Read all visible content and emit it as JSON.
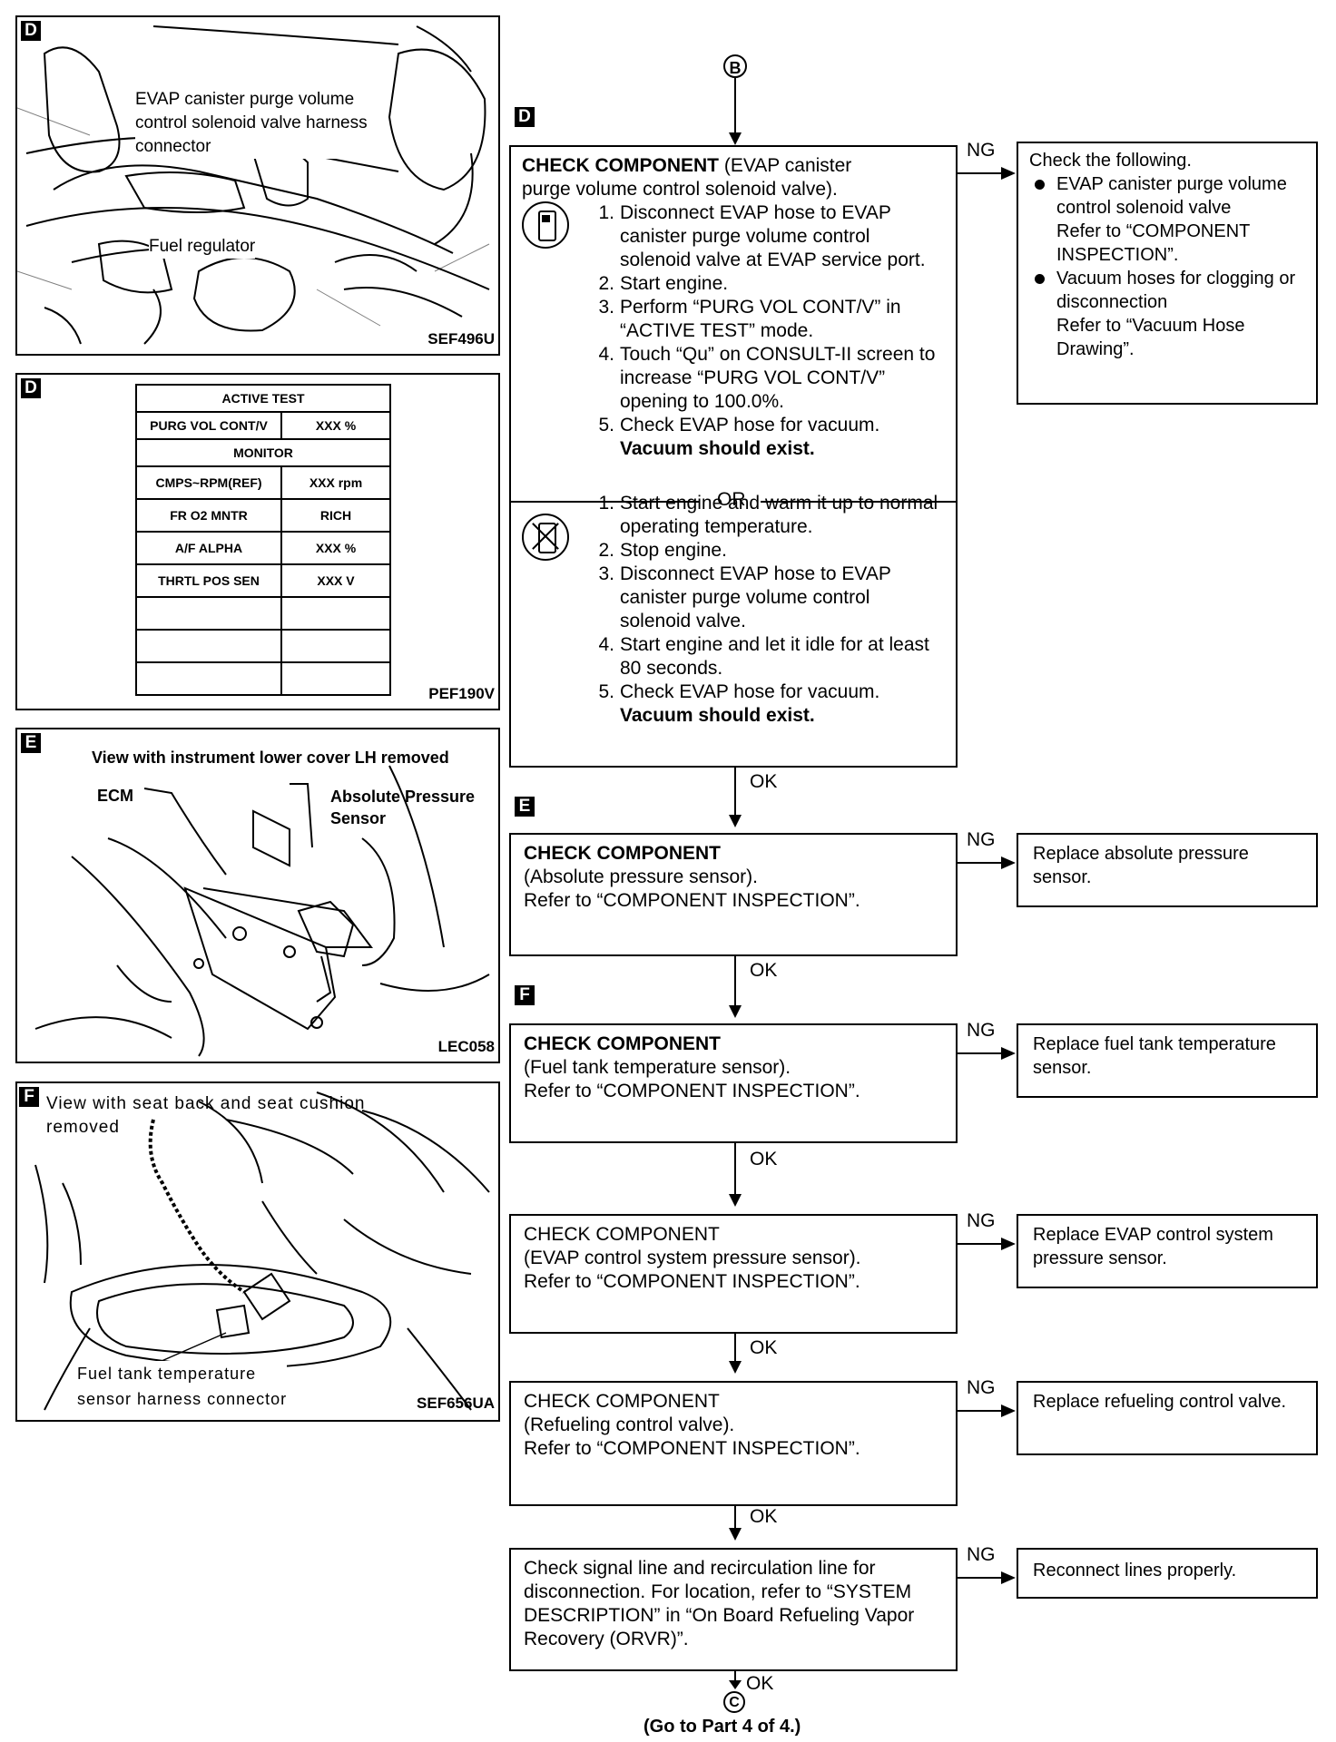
{
  "panel_d1": {
    "letter": "D",
    "code": "SEF496U",
    "label_evap": [
      "EVAP canister purge volume",
      "control solenoid valve harness",
      "connector"
    ],
    "label_fuel": "Fuel regulator"
  },
  "panel_d2": {
    "letter": "D",
    "code": "PEF190V",
    "header": "ACTIVE TEST",
    "active_item": "PURG VOL CONT/V",
    "active_value": "XXX %",
    "monitor": "MONITOR",
    "rows": [
      [
        "CMPS~RPM(REF)",
        "XXX rpm"
      ],
      [
        "FR O2 MNTR",
        "RICH"
      ],
      [
        "A/F ALPHA",
        "XXX %"
      ],
      [
        "THRTL POS SEN",
        "XXX V"
      ]
    ]
  },
  "panel_e": {
    "letter": "E",
    "code": "LEC058",
    "title": "View with instrument lower cover LH removed",
    "label_ecm": "ECM",
    "label_sensor": [
      "Absolute Pressure",
      "Sensor"
    ]
  },
  "panel_f": {
    "letter": "F",
    "code": "SEF656UA",
    "title": "View with seat back and seat cushion",
    "title2": "removed",
    "label_conn": [
      "Fuel tank temperature",
      "sensor harness connector"
    ]
  },
  "flow": {
    "start": "B",
    "end": "C",
    "end_note": "(Go to Part 4 of 4.)",
    "ok": "OK",
    "ng": "NG",
    "or": "OR",
    "step1": {
      "tag": "D",
      "title": "CHECK COMPONENT",
      "title_rest": " (EVAP canister",
      "line2": "purge volume control solenoid valve).",
      "a": [
        "Disconnect EVAP hose to EVAP canister purge volume control solenoid valve at EVAP service port.",
        "Start engine.",
        "Perform “PURG VOL CONT/V” in “ACTIVE TEST” mode.",
        "Touch “Qu” on CONSULT-II screen to increase “PURG VOL CONT/V” opening to 100.0%.",
        "Check EVAP hose for vacuum."
      ],
      "a_bold": "Vacuum should exist.",
      "b": [
        "Start engine and warm it up to normal operating temperature.",
        "Stop engine.",
        "Disconnect EVAP hose to EVAP canister purge volume control solenoid valve.",
        "Start engine and let it idle for at least 80 seconds.",
        "Check EVAP hose for vacuum."
      ],
      "b_bold": "Vacuum should exist.",
      "ng_head": "Check the following.",
      "ng_items": [
        {
          "t": "EVAP canister purge volume control solenoid valve",
          "sub": "Refer to “COMPONENT INSPECTION”."
        },
        {
          "t": "Vacuum hoses for clogging or disconnection",
          "sub": "Refer to “Vacuum Hose Drawing”."
        }
      ]
    },
    "step2": {
      "tag": "E",
      "title": "CHECK COMPONENT",
      "l2": "(Absolute pressure sensor).",
      "l3": "Refer to “COMPONENT INSPECTION”.",
      "ng": "Replace absolute pressure sensor."
    },
    "step3": {
      "tag": "F",
      "title": "CHECK COMPONENT",
      "l2": "(Fuel tank temperature sensor).",
      "l3": "Refer to “COMPONENT INSPECTION”.",
      "ng": "Replace fuel tank temperature sensor."
    },
    "step4": {
      "title": "CHECK COMPONENT",
      "l2": "(EVAP control system pressure sensor).",
      "l3": "Refer to “COMPONENT INSPECTION”.",
      "ng": "Replace EVAP control system pressure sensor."
    },
    "step5": {
      "title": "CHECK COMPONENT",
      "l2": "(Refueling control valve).",
      "l3": "Refer to “COMPONENT INSPECTION”.",
      "ng": "Replace refueling control valve."
    },
    "step6": {
      "text": "Check signal line and recirculation line for disconnection. For location, refer to “SYSTEM DESCRIPTION” in “On Board Refueling Vapor Recovery (ORVR)”.",
      "ng": "Reconnect lines properly."
    }
  }
}
